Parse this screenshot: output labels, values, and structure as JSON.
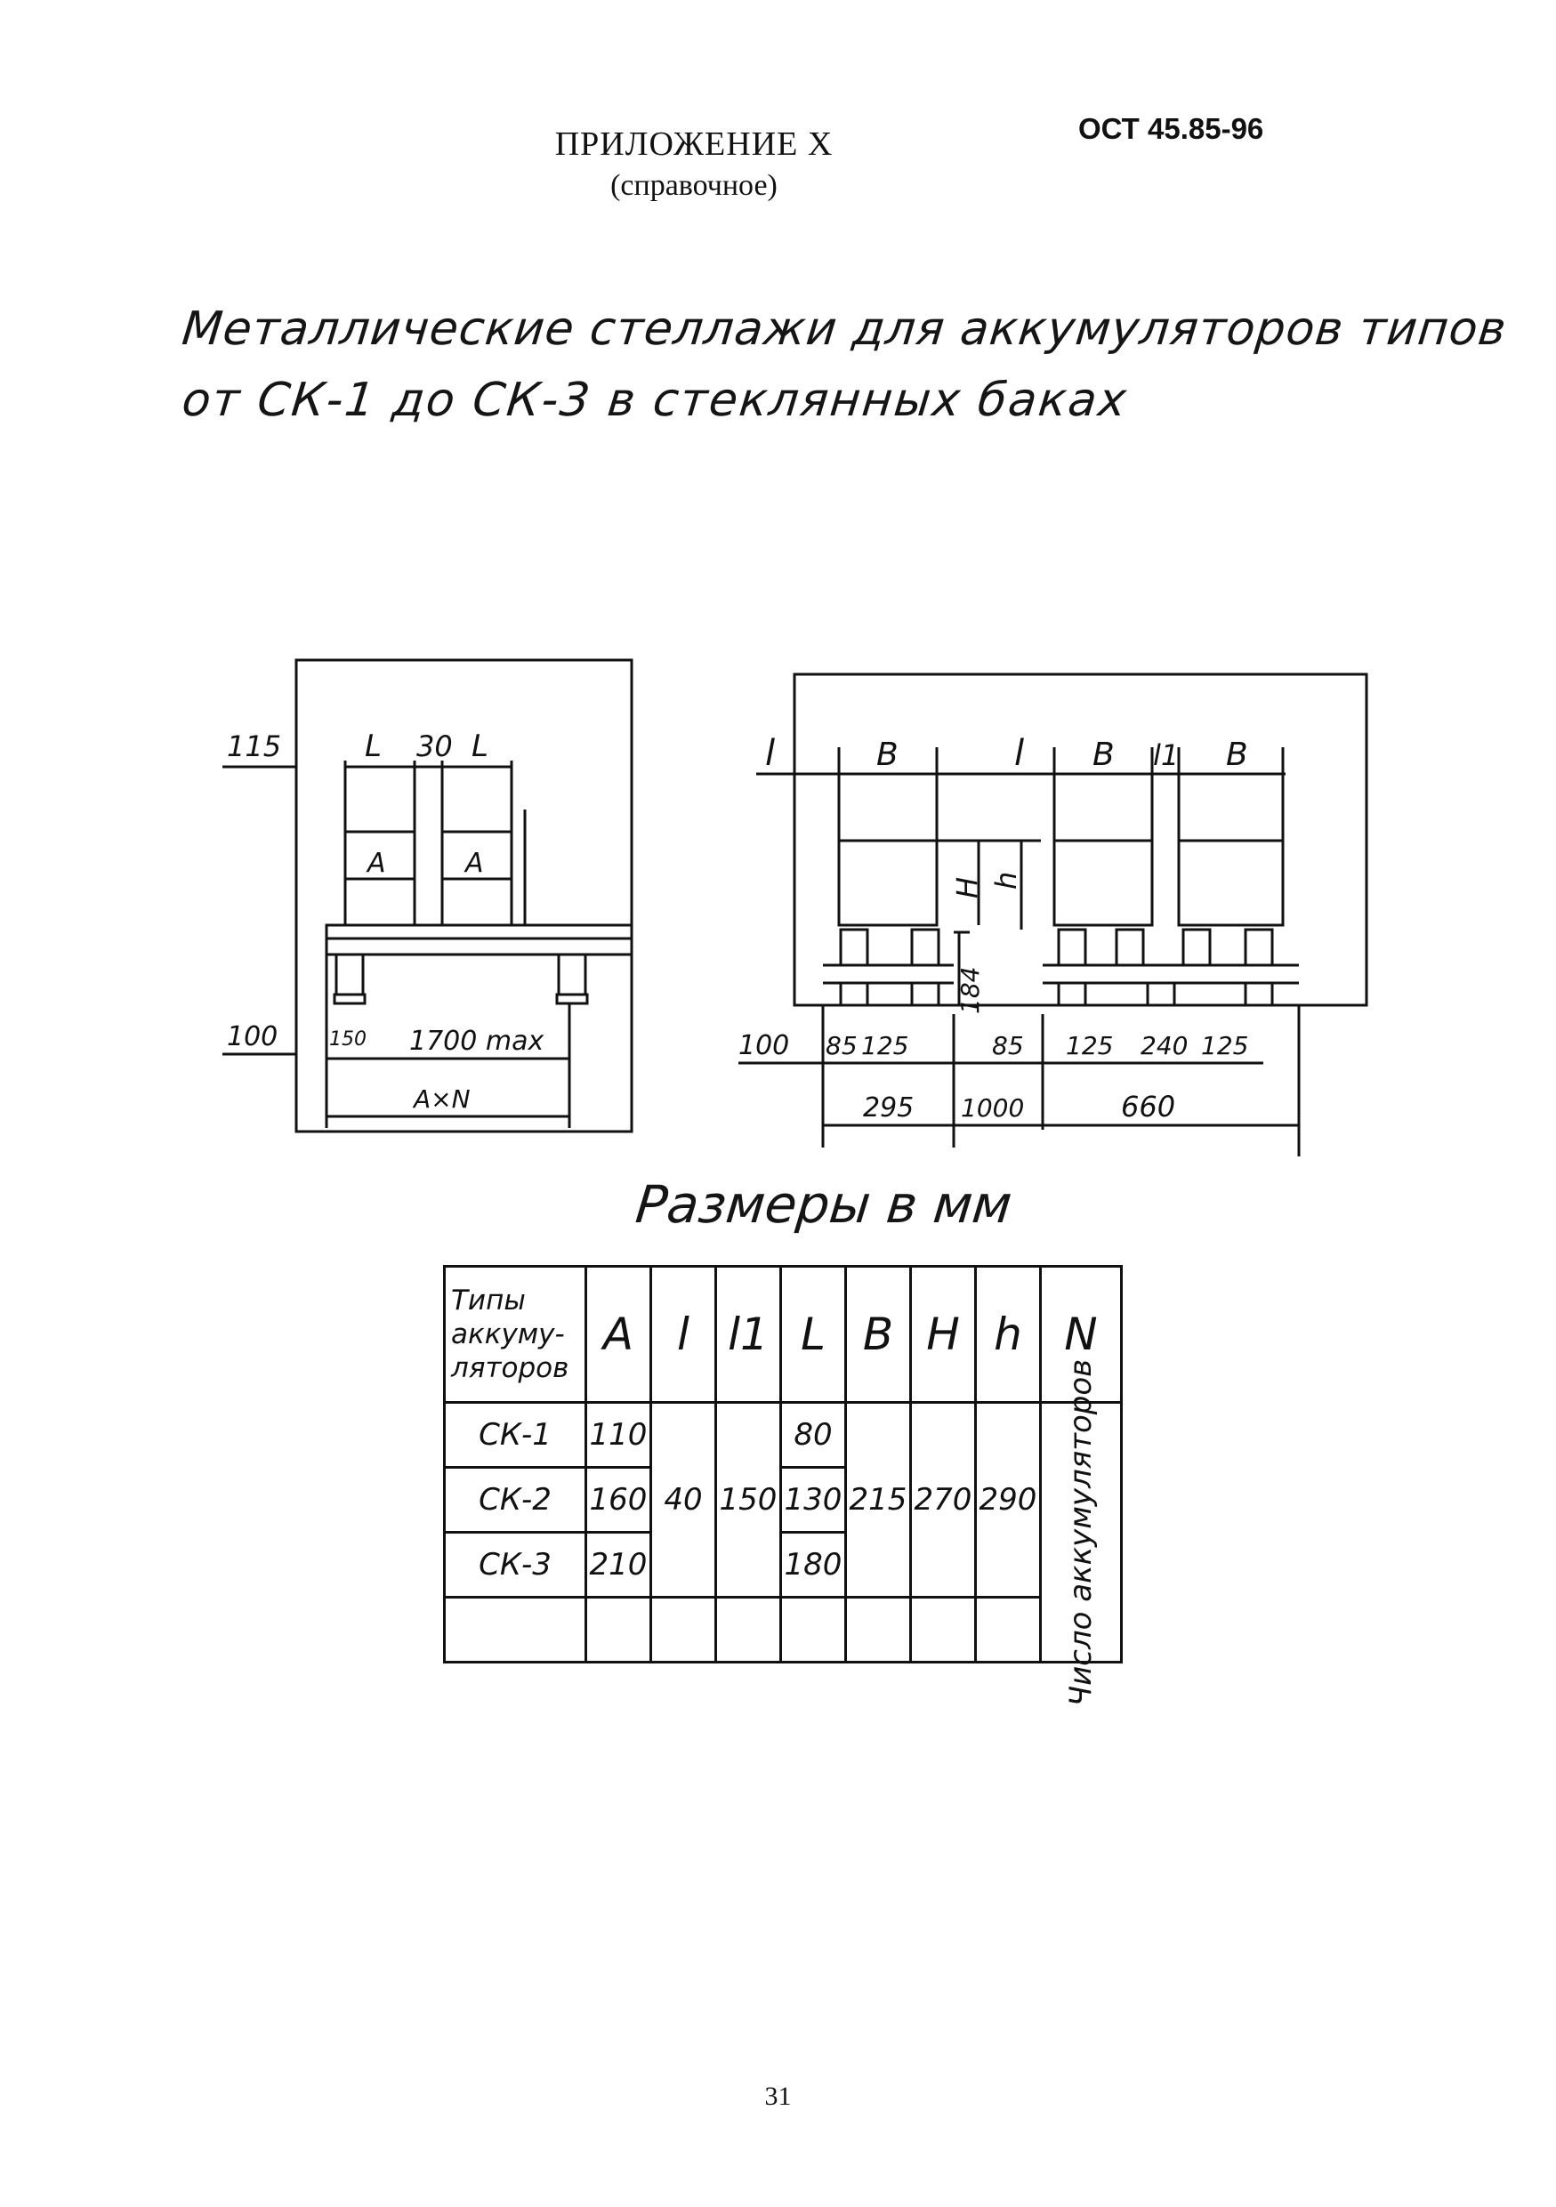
{
  "header": {
    "appendix_title": "ПРИЛОЖЕНИЕ X",
    "appendix_subtitle": "(справочное)",
    "doc_code": "ОСТ 45.85-96"
  },
  "caption": {
    "line1": "Металлические стеллажи для аккумуляторов типов",
    "line2": "от СК-1 до СК-3 в стеклянных баках"
  },
  "drawing_left": {
    "dim_115": "115",
    "dim_L_left": "L",
    "dim_30": "30",
    "dim_L_right": "L",
    "label_A_left": "A",
    "label_A_right": "A",
    "dim_100": "100",
    "dim_150": "150",
    "dim_1700": "1700 max",
    "dim_AxN": "A×N"
  },
  "drawing_right": {
    "dim_l_left": "l",
    "dim_B1": "B",
    "dim_l_mid": "l",
    "dim_B2": "B",
    "dim_l1": "l1",
    "dim_B3": "B",
    "dim_H": "H",
    "dim_h": "h",
    "dim_184": "184",
    "dim_100": "100",
    "dim_85a": "85",
    "dim_125a": "125",
    "dim_85b": "85",
    "dim_125b": "125",
    "dim_240": "240",
    "dim_125c": "125",
    "dim_295": "295",
    "dim_1000": "1000",
    "dim_660": "660"
  },
  "dims_title": "Размеры в мм",
  "table": {
    "header": {
      "type_col_line1": "Типы",
      "type_col_line2": "аккуму-",
      "type_col_line3": "ляторов",
      "cols": [
        "A",
        "l",
        "l1",
        "L",
        "B",
        "H",
        "h",
        "N"
      ]
    },
    "rows": [
      {
        "type": "СК-1",
        "A": "110",
        "L": "80"
      },
      {
        "type": "СК-2",
        "A": "160",
        "l": "40",
        "l1": "150",
        "L": "130",
        "B": "215",
        "H": "270",
        "h": "290"
      },
      {
        "type": "СК-3",
        "A": "210",
        "L": "180"
      }
    ],
    "n_note": "Число аккумуляторов"
  },
  "page_number": "31"
}
